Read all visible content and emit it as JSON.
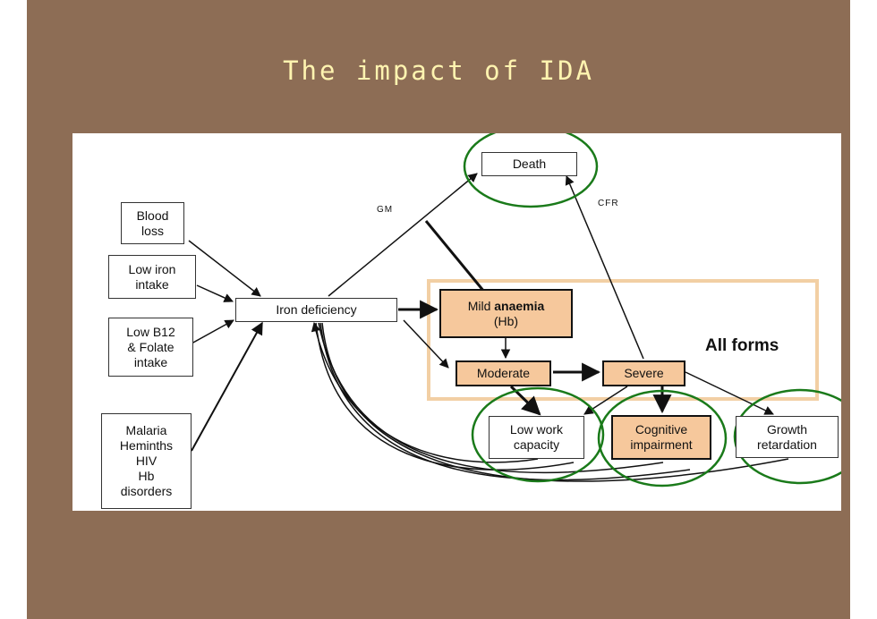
{
  "title": "The impact of IDA",
  "nodes": {
    "blood_loss": "Blood\nloss",
    "low_iron": "Low iron\nintake",
    "low_b12": "Low B12\n& Folate\nintake",
    "malaria": "Malaria\nHeminths\nHIV\nHb\ndisorders",
    "iron_def": "Iron deficiency",
    "death": "Death",
    "mild_prefix": "Mild ",
    "mild_bold": "anaemia",
    "mild_hb": "(Hb)",
    "moderate": "Moderate",
    "severe": "Severe",
    "low_work": "Low work\ncapacity",
    "cognitive": "Cognitive\nimpairment",
    "growth": "Growth\nretardation"
  },
  "labels": {
    "gm": "GM",
    "cfr": "CFR",
    "all_forms": "All forms"
  },
  "colors": {
    "slide_bg": "#8d6d55",
    "title": "#fff4b0",
    "highlight_fill": "#f6c89c",
    "frame": "#f2cfa4",
    "circle": "#1a7a1a"
  }
}
